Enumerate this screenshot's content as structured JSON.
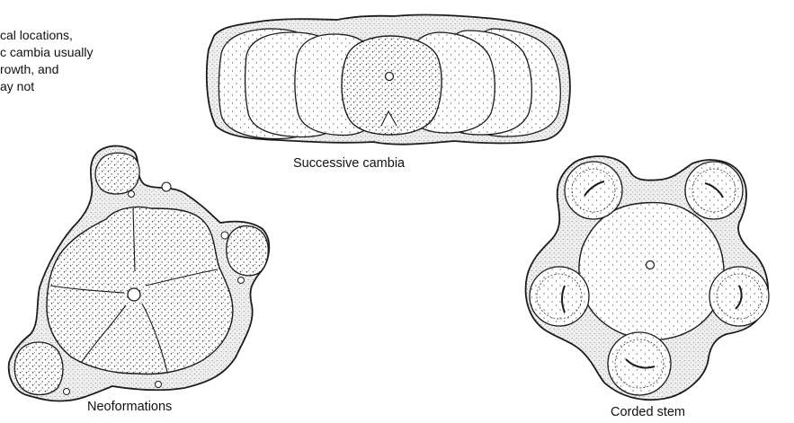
{
  "side_text": {
    "lines": [
      "cal locations,",
      "c cambia usually",
      "rowth, and",
      "ay not"
    ]
  },
  "captions": {
    "successive": "Successive cambia",
    "neoformations": "Neoformations",
    "corded": "Corded stem"
  },
  "colors": {
    "ink": "#1a1a1a",
    "outer_tissue": "#eeeeee",
    "inner_tissue": "#f7f7f7",
    "background": "#ffffff"
  }
}
